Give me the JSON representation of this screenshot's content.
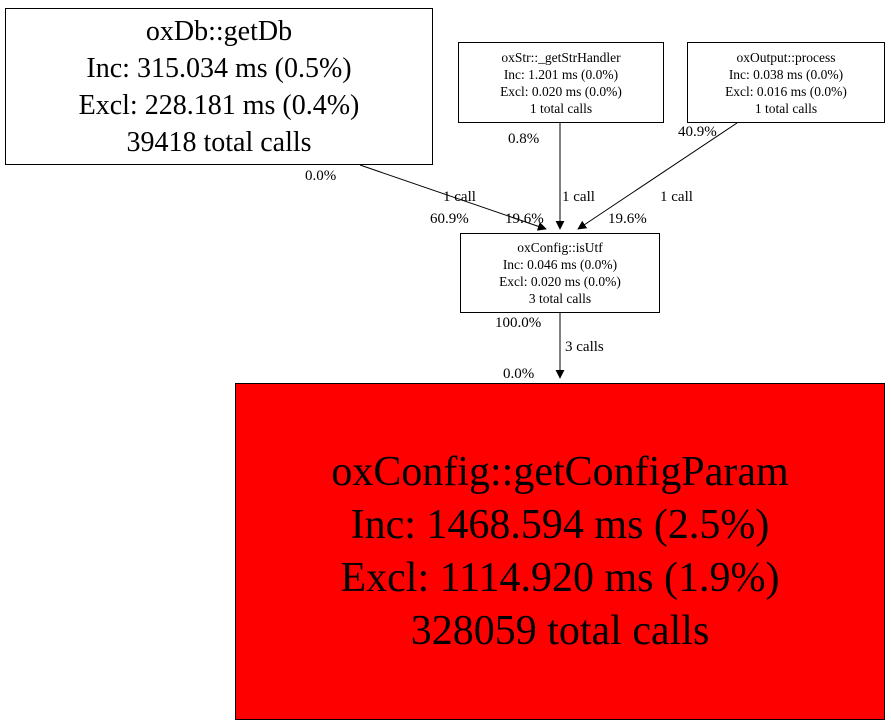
{
  "diagram": {
    "type": "profiler-call-graph",
    "colors": {
      "node_default_bg": "#ffffff",
      "node_hot_bg": "#ff0000",
      "border": "#000000",
      "edge": "#000000"
    },
    "nodes": [
      {
        "id": "oxdb-getdb",
        "title": "oxDb::getDb",
        "inc": "Inc: 315.034 ms (0.5%)",
        "excl": "Excl: 228.181 ms (0.4%)",
        "calls": "39418 total calls",
        "bg": "#ffffff"
      },
      {
        "id": "oxstr-getstrhandler",
        "title": "oxStr::_getStrHandler",
        "inc": "Inc: 1.201 ms (0.0%)",
        "excl": "Excl: 0.020 ms (0.0%)",
        "calls": "1 total calls",
        "bg": "#ffffff"
      },
      {
        "id": "oxoutput-process",
        "title": "oxOutput::process",
        "inc": "Inc: 0.038 ms (0.0%)",
        "excl": "Excl: 0.016 ms (0.0%)",
        "calls": "1 total calls",
        "bg": "#ffffff"
      },
      {
        "id": "oxconfig-isutf",
        "title": "oxConfig::isUtf",
        "inc": "Inc: 0.046 ms (0.0%)",
        "excl": "Excl: 0.020 ms (0.0%)",
        "calls": "3 total calls",
        "bg": "#ffffff"
      },
      {
        "id": "oxconfig-getconfigparam",
        "title": "oxConfig::getConfigParam",
        "inc": "Inc: 1468.594 ms (2.5%)",
        "excl": "Excl: 1114.920 ms (1.9%)",
        "calls": "328059 total calls",
        "bg": "#ff0000"
      }
    ],
    "edges": [
      {
        "from": "oxdb-getdb",
        "to": "oxconfig-isutf",
        "source_pct": "0.0%",
        "call_label": "1 call",
        "target_pct": "60.9%"
      },
      {
        "from": "oxstr-getstrhandler",
        "to": "oxconfig-isutf",
        "source_pct": "0.8%",
        "call_label": "1 call",
        "target_pct": "19.6%"
      },
      {
        "from": "oxoutput-process",
        "to": "oxconfig-isutf",
        "source_pct": "40.9%",
        "call_label": "1 call",
        "target_pct": "19.6%"
      },
      {
        "from": "oxconfig-isutf",
        "to": "oxconfig-getconfigparam",
        "source_pct": "100.0%",
        "call_label": "3 calls",
        "target_pct": "0.0%"
      }
    ]
  }
}
